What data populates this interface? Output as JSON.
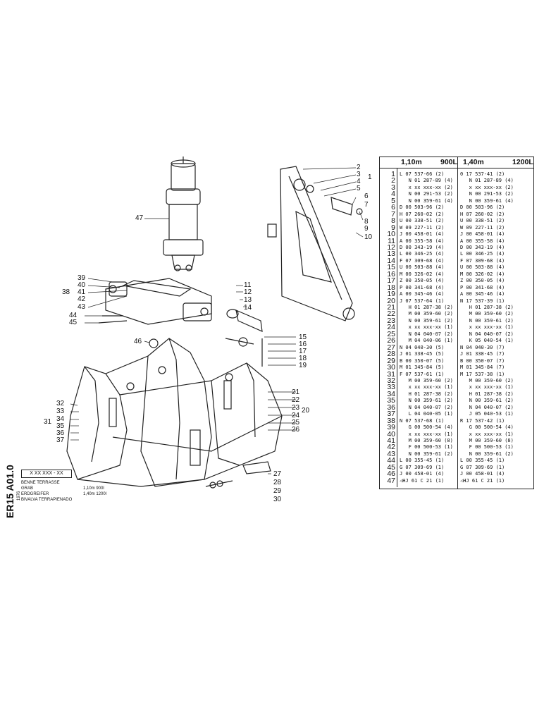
{
  "doc": {
    "code": "ER15 A01.0",
    "year": "1976",
    "item_code": "X XX XXX - XX",
    "title_lines": [
      "BENNE TERRASSE",
      "GRAB",
      "ERDGREIFER",
      "BIVALVA TERRAPIENADO"
    ],
    "title_sizes": [
      "1,10m 900l",
      "1,40m 1200l"
    ]
  },
  "table": {
    "header": {
      "col1_size": "1,10m",
      "col1_vol": "900L",
      "col2_size": "1,40m",
      "col2_vol": "1200L"
    },
    "rows": [
      {
        "n": "1",
        "a": "L 07 537-66 (2)",
        "b": "0 17 537-41 (2)"
      },
      {
        "n": "2",
        "a": "   N 01 287-89 (4)",
        "b": "   N 01 287-89 (4)"
      },
      {
        "n": "3",
        "a": "   x xx xxx-xx (2)",
        "b": "   x xx xxx-xx (2)"
      },
      {
        "n": "4",
        "a": "   N 00 291-53 (2)",
        "b": "   N 00 291-53 (2)"
      },
      {
        "n": "5",
        "a": "   N 00 359-61 (4)",
        "b": "   N 00 359-61 (4)"
      },
      {
        "n": "6",
        "a": "D 00 503-96 (2)",
        "b": "D 00 503-96 (2)"
      },
      {
        "n": "7",
        "a": "H 07 260-02 (2)",
        "b": "H 07 260-02 (2)"
      },
      {
        "n": "8",
        "a": "U 00 338-51 (2)",
        "b": "U 00 338-51 (2)"
      },
      {
        "n": "9",
        "a": "W 09 227-11 (2)",
        "b": "W 09 227-11 (2)"
      },
      {
        "n": "10",
        "a": "J 00 458-01 (4)",
        "b": "J 00 458-01 (4)"
      },
      {
        "n": "11",
        "a": "A 00 355-58 (4)",
        "b": "A 00 355-58 (4)"
      },
      {
        "n": "12",
        "a": "D 00 343-19 (4)",
        "b": "D 00 343-19 (4)"
      },
      {
        "n": "13",
        "a": "L 00 346-25 (4)",
        "b": "L 00 346-25 (4)"
      },
      {
        "n": "14",
        "a": "F 07 309-68 (4)",
        "b": "F 07 309-68 (4)"
      },
      {
        "n": "15",
        "a": "U 00 503-88 (4)",
        "b": "U 00 503-88 (4)"
      },
      {
        "n": "16",
        "a": "M 00 326-02 (4)",
        "b": "M 00 326-02 (4)"
      },
      {
        "n": "17",
        "a": "Z 00 350-05 (4)",
        "b": "Z 00 350-05 (4)"
      },
      {
        "n": "18",
        "a": "P 00 341-68 (4)",
        "b": "P 00 341-68 (4)"
      },
      {
        "n": "19",
        "a": "A 00 345-46 (4)",
        "b": "A 00 345-46 (4)"
      },
      {
        "n": "20",
        "a": "J 07 537-64 (1)",
        "b": "N 17 537-39 (1)"
      },
      {
        "n": "21",
        "a": "   H 01 287-38 (2)",
        "b": "   H 01 287-38 (2)"
      },
      {
        "n": "22",
        "a": "   M 00 359-60 (2)",
        "b": "   M 00 359-60 (2)"
      },
      {
        "n": "23",
        "a": "   N 00 359-61 (2)",
        "b": "   N 00 359-61 (2)"
      },
      {
        "n": "24",
        "a": "   x xx xxx-xx (1)",
        "b": "   x xx xxx-xx (1)"
      },
      {
        "n": "25",
        "a": "   N 04 040-07 (2)",
        "b": "   N 04 040-07 (2)"
      },
      {
        "n": "26",
        "a": "   M 04 040-06 (1)",
        "b": "   K 05 040-54 (1)"
      },
      {
        "n": "27",
        "a": "N 04 040-30 (5)",
        "b": "N 04 040-30 (7)"
      },
      {
        "n": "28",
        "a": "J 01 338-45 (5)",
        "b": "J 01 338-45 (7)"
      },
      {
        "n": "29",
        "a": "B 00 350-07 (5)",
        "b": "B 00 350-07 (7)"
      },
      {
        "n": "30",
        "a": "M 01 345-84 (5)",
        "b": "M 01 345-84 (7)"
      },
      {
        "n": "31",
        "a": "F 07 537-61 (1)",
        "b": "M 17 537-38 (1)"
      },
      {
        "n": "32",
        "a": "   M 00 359-60 (2)",
        "b": "   M 00 359-60 (2)"
      },
      {
        "n": "33",
        "a": "   x xx xxx-xx (1)",
        "b": "   x xx xxx-xx (1)"
      },
      {
        "n": "34",
        "a": "   H 01 287-38 (2)",
        "b": "   H 01 287-38 (2)"
      },
      {
        "n": "35",
        "a": "   N 00 359-61 (2)",
        "b": "   N 00 359-61 (2)"
      },
      {
        "n": "36",
        "a": "   N 04 040-07 (2)",
        "b": "   N 04 040-07 (2)"
      },
      {
        "n": "37",
        "a": "   L 04 040-05 (1)",
        "b": "   J 05 040-53 (1)"
      },
      {
        "n": "38",
        "a": "N 07 537-68 (1)",
        "b": "R 17 537-42 (1)"
      },
      {
        "n": "39",
        "a": "   G 00 500-54 (4)",
        "b": "   G 00 500-54 (4)"
      },
      {
        "n": "40",
        "a": "   x xx xxx-xx (1)",
        "b": "   x xx xxx-xx (1)"
      },
      {
        "n": "41",
        "a": "   M 00 359-60 (8)",
        "b": "   M 00 359-60 (8)"
      },
      {
        "n": "42",
        "a": "   F 00 500-53 (1)",
        "b": "   F 00 500-53 (1)"
      },
      {
        "n": "43",
        "a": "   N 00 359-61 (2)",
        "b": "   N 00 359-61 (2)"
      },
      {
        "n": "44",
        "a": "L 00 355-45 (1)",
        "b": "L 00 355-45 (1)"
      },
      {
        "n": "45",
        "a": "G 07 309-69 (1)",
        "b": "G 07 309-69 (1)"
      },
      {
        "n": "46",
        "a": "J 00 458-01 (4)",
        "b": "J 00 458-01 (4)"
      },
      {
        "n": "47",
        "a": "◁HJ 61 C 21 (1)",
        "b": "◁HJ 61 C 21 (1)"
      }
    ]
  },
  "callouts": [
    {
      "id": "c1",
      "text": "1"
    },
    {
      "id": "c2",
      "text": "2"
    },
    {
      "id": "c3",
      "text": "3"
    },
    {
      "id": "c4",
      "text": "4"
    },
    {
      "id": "c5",
      "text": "5"
    },
    {
      "id": "c6",
      "text": "6"
    },
    {
      "id": "c7",
      "text": "7"
    },
    {
      "id": "c8",
      "text": "8"
    },
    {
      "id": "c9",
      "text": "9"
    },
    {
      "id": "c10",
      "text": "10"
    },
    {
      "id": "c11",
      "text": "11"
    },
    {
      "id": "c12",
      "text": "12"
    },
    {
      "id": "c13",
      "text": "13"
    },
    {
      "id": "c14",
      "text": "14"
    },
    {
      "id": "c15",
      "text": "15"
    },
    {
      "id": "c16",
      "text": "16"
    },
    {
      "id": "c17",
      "text": "17"
    },
    {
      "id": "c18",
      "text": "18"
    },
    {
      "id": "c19",
      "text": "19"
    },
    {
      "id": "c20",
      "text": "20"
    },
    {
      "id": "c21",
      "text": "21"
    },
    {
      "id": "c22",
      "text": "22"
    },
    {
      "id": "c23",
      "text": "23"
    },
    {
      "id": "c24",
      "text": "24"
    },
    {
      "id": "c25",
      "text": "25"
    },
    {
      "id": "c26",
      "text": "26"
    },
    {
      "id": "c27",
      "text": "27"
    },
    {
      "id": "c28",
      "text": "28"
    },
    {
      "id": "c29",
      "text": "29"
    },
    {
      "id": "c30",
      "text": "30"
    },
    {
      "id": "c31",
      "text": "31"
    },
    {
      "id": "c32",
      "text": "32"
    },
    {
      "id": "c33",
      "text": "33"
    },
    {
      "id": "c34",
      "text": "34"
    },
    {
      "id": "c35",
      "text": "35"
    },
    {
      "id": "c36",
      "text": "36"
    },
    {
      "id": "c37",
      "text": "37"
    },
    {
      "id": "c38",
      "text": "38"
    },
    {
      "id": "c39",
      "text": "39"
    },
    {
      "id": "c40",
      "text": "40"
    },
    {
      "id": "c41",
      "text": "41"
    },
    {
      "id": "c42",
      "text": "42"
    },
    {
      "id": "c43",
      "text": "43"
    },
    {
      "id": "c44",
      "text": "44"
    },
    {
      "id": "c45",
      "text": "45"
    },
    {
      "id": "c46",
      "text": "46"
    },
    {
      "id": "c47",
      "text": "47"
    }
  ]
}
